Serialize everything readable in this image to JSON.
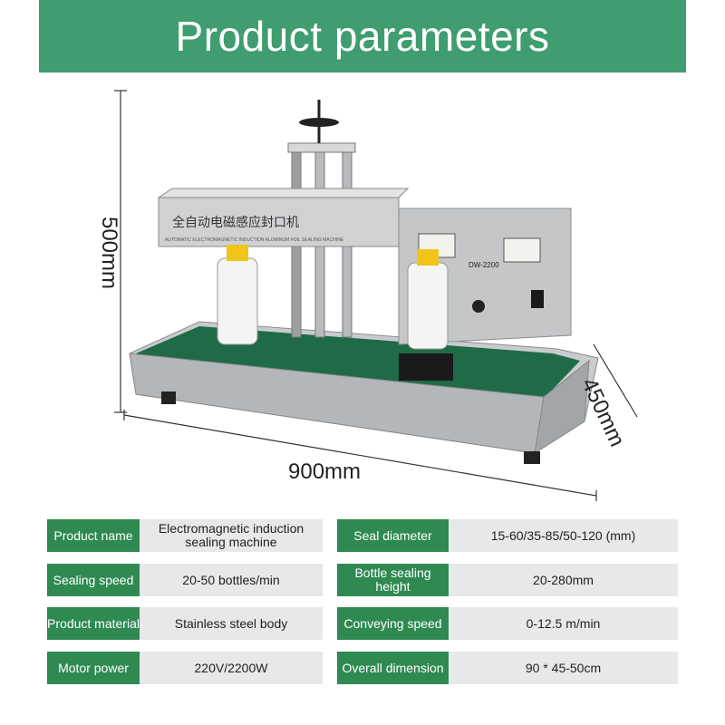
{
  "header": {
    "title": "Product parameters"
  },
  "figure": {
    "height_label": "500mm",
    "width_label": "900mm",
    "depth_label": "450mm",
    "machine_title": "全自动电磁感应封口机",
    "machine_subtitle": "AUTOMATIC ELECTROMAGNETIC INDUCTION ALUMINUM FOIL SEALING MACHINE",
    "model": "DW-2200"
  },
  "params": {
    "rows": [
      {
        "label1": "Product name",
        "value1": "Electromagnetic induction sealing machine",
        "label2": "Seal diameter",
        "value2": "15-60/35-85/50-120 (mm)"
      },
      {
        "label1": "Sealing speed",
        "value1": "20-50 bottles/min",
        "label2": "Bottle sealing height",
        "value2": "20-280mm"
      },
      {
        "label1": "Product material",
        "value1": "Stainless steel body",
        "label2": "Conveying speed",
        "value2": "0-12.5 m/min"
      },
      {
        "label1": "Motor power",
        "value1": "220V/2200W",
        "label2": "Overall dimension",
        "value2": "90 * 45-50cm"
      }
    ]
  },
  "colors": {
    "banner": "#3f9d6f",
    "label_bg": "#2f8a52",
    "value_bg": "#e8e8e8"
  }
}
